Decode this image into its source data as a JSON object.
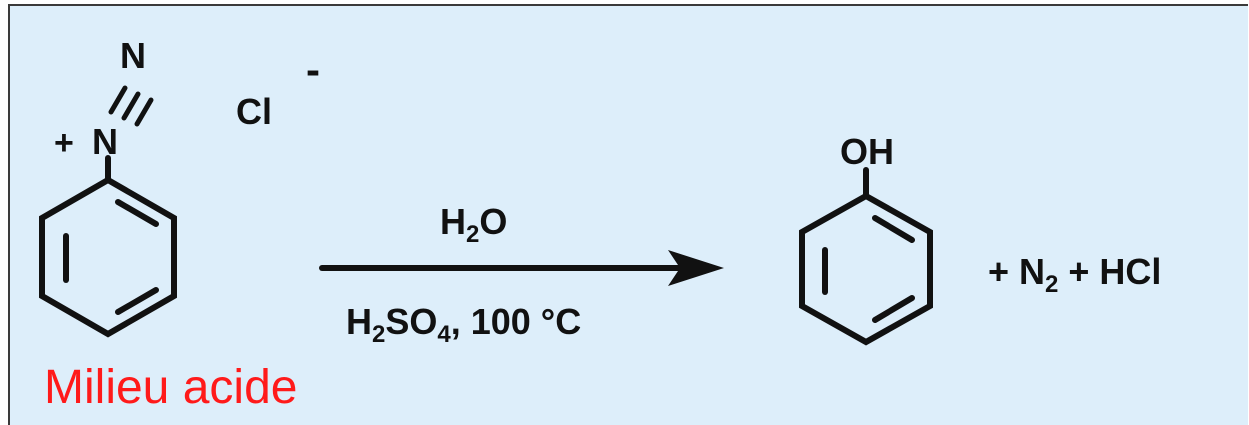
{
  "reactant": {
    "cation_charge": "+",
    "atom_n_inner": "N",
    "atom_n_outer": "N",
    "counter_ion": "Cl",
    "counter_ion_charge": "-"
  },
  "reagents": {
    "above_h": "H",
    "above_sub": "2",
    "above_o": "O",
    "below_h": "H",
    "below_sub1": "2",
    "below_so": "SO",
    "below_sub2": "4",
    "below_rest": ", 100 °C"
  },
  "product": {
    "group": "OH",
    "byproducts_part1": "+ N",
    "byproducts_sub": "2",
    "byproducts_part2": " + HCl"
  },
  "note": "Milieu acide",
  "colors": {
    "background": "#ddeefa",
    "ink": "#111111",
    "note": "#ff1a1a"
  }
}
